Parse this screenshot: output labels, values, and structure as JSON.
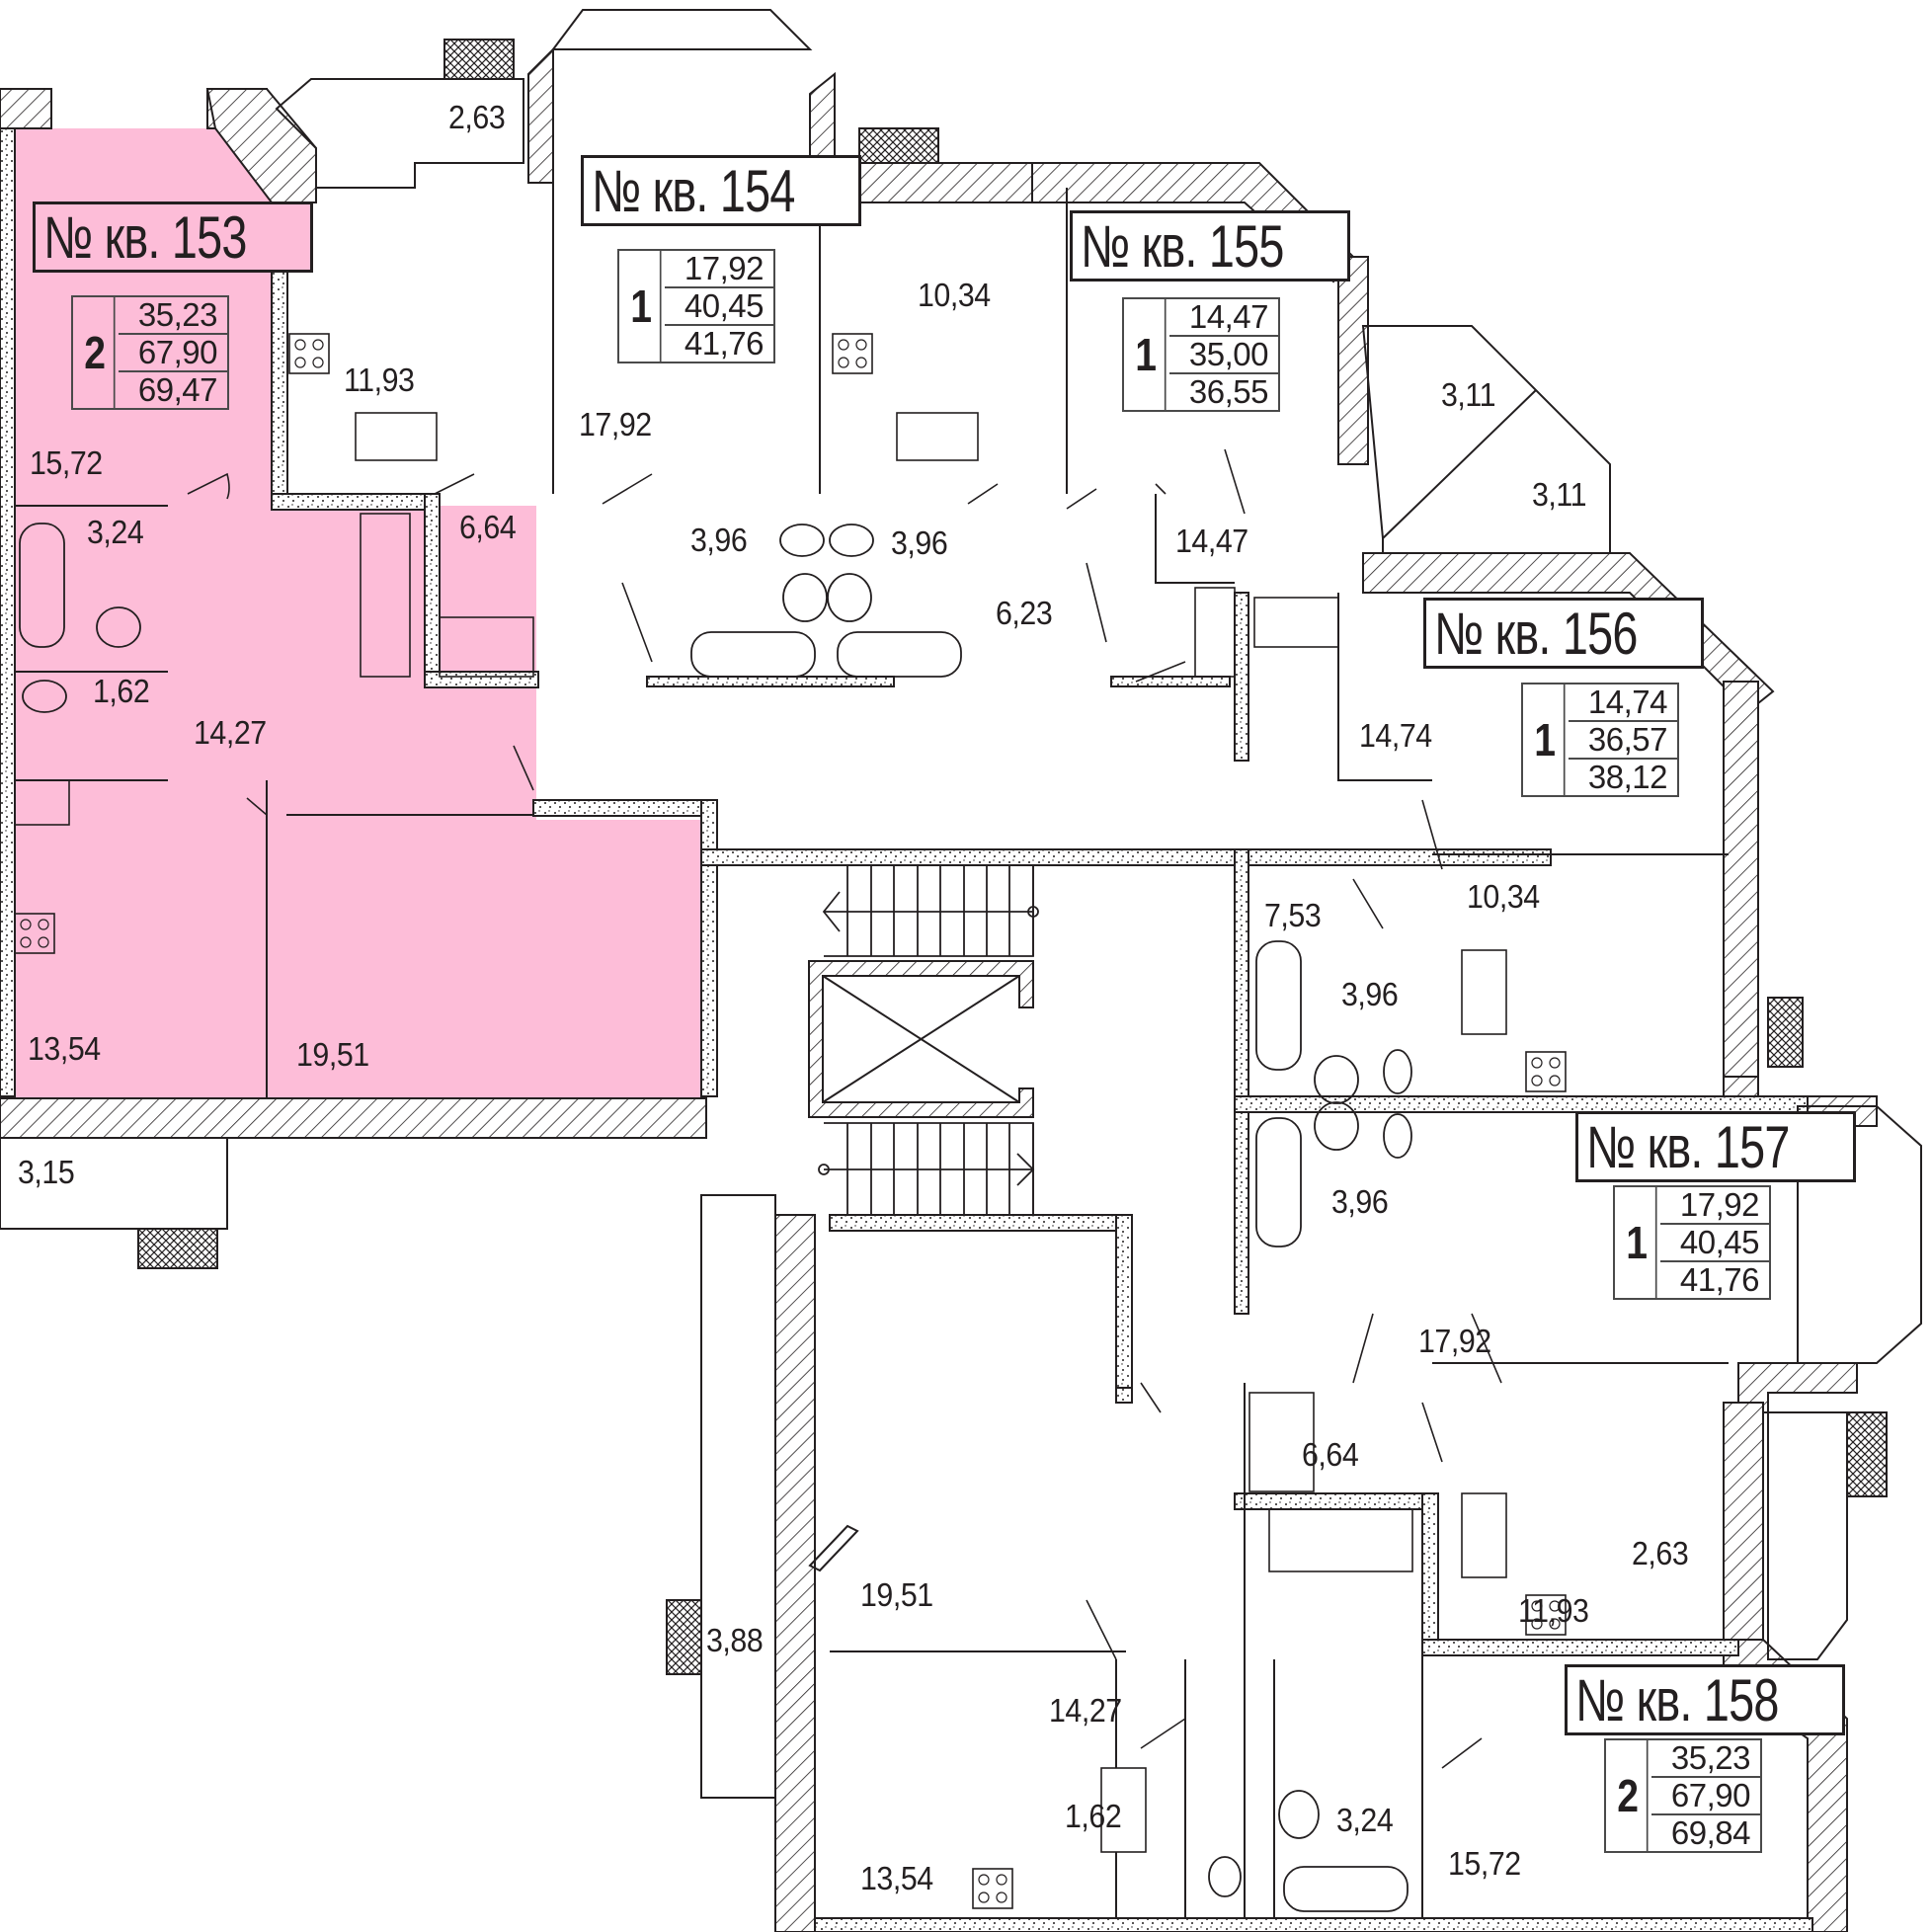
{
  "plan": {
    "highlight_color": "#fdbdd8",
    "wall_color": "#231f20",
    "highlighted_apartment": "153"
  },
  "apartments": [
    {
      "number": "153",
      "title": "№ кв. 153",
      "rooms": "2",
      "living_area": "35,23",
      "total_area": "67,90",
      "total_area_with_balcony": "69,47",
      "highlighted": true
    },
    {
      "number": "154",
      "title": "№ кв. 154",
      "rooms": "1",
      "living_area": "17,92",
      "total_area": "40,45",
      "total_area_with_balcony": "41,76",
      "highlighted": false
    },
    {
      "number": "155",
      "title": "№ кв. 155",
      "rooms": "1",
      "living_area": "14,47",
      "total_area": "35,00",
      "total_area_with_balcony": "36,55",
      "highlighted": false
    },
    {
      "number": "156",
      "title": "№ кв. 156",
      "rooms": "1",
      "living_area": "14,74",
      "total_area": "36,57",
      "total_area_with_balcony": "38,12",
      "highlighted": false
    },
    {
      "number": "157",
      "title": "№ кв. 157",
      "rooms": "1",
      "living_area": "17,92",
      "total_area": "40,45",
      "total_area_with_balcony": "41,76",
      "highlighted": false
    },
    {
      "number": "158",
      "title": "№ кв. 158",
      "rooms": "2",
      "living_area": "35,23",
      "total_area": "67,90",
      "total_area_with_balcony": "69,84",
      "highlighted": false
    }
  ],
  "room_areas": {
    "apt153": {
      "room_top": "15,72",
      "bathroom": "3,24",
      "toilet": "1,62",
      "hall": "14,27",
      "kitchen": "13,54",
      "room_bottom": "19,51",
      "balcony": "3,15"
    },
    "apt154": {
      "kitchen": "11,93",
      "balcony": "2,63",
      "room": "17,92",
      "hall": "6,64",
      "bathroom": "3,96"
    },
    "apt155": {
      "kitchen": "10,34",
      "bathroom": "3,96",
      "hall": "6,23",
      "room": "14,47",
      "balcony_a": "3,11",
      "balcony_b": "3,11"
    },
    "apt156": {
      "room": "14,74",
      "hall": "7,53",
      "kitchen": "10,34",
      "bathroom": "3,96"
    },
    "apt157": {
      "bathroom": "3,96",
      "room": "17,92",
      "hall": "6,64",
      "kitchen": "11,93",
      "balcony": "2,63"
    },
    "apt158": {
      "room_top": "19,51",
      "balcony": "3,88",
      "hall": "14,27",
      "kitchen": "13,54",
      "toilet": "1,62",
      "bathroom": "3,24",
      "room_right": "15,72"
    }
  }
}
